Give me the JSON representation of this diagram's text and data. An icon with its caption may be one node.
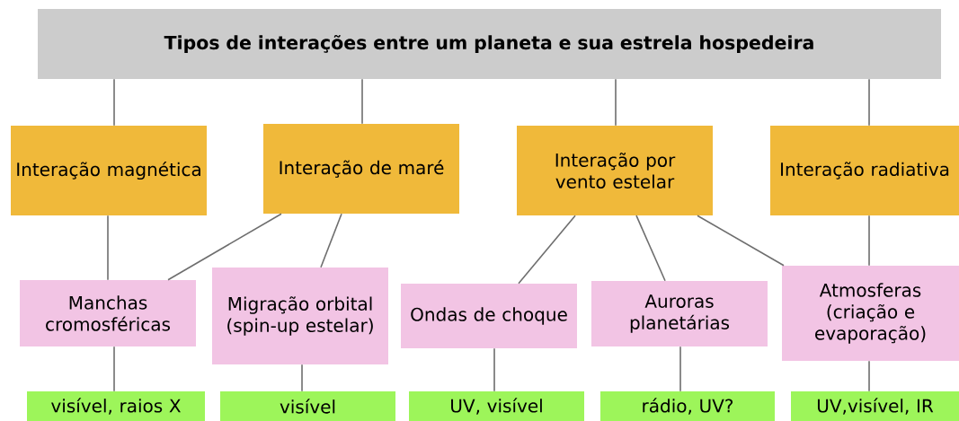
{
  "diagram": {
    "nodes": [
      {
        "text": [
          "Tipos de interações entre um planeta e sua estrela hospedeira"
        ]
      },
      {
        "text": [
          "Interação magnética"
        ]
      },
      {
        "text": [
          "Interação de maré"
        ]
      },
      {
        "text": [
          "Interação por vento estelar"
        ]
      },
      {
        "text": [
          "Interação radiativa"
        ]
      },
      {
        "text": [
          "Manchas cromosféricas"
        ]
      },
      {
        "text": [
          "Migração orbital (spin-up estelar)"
        ]
      },
      {
        "text": [
          "Ondas de choque"
        ]
      },
      {
        "text": [
          "Auroras planetárias"
        ]
      },
      {
        "text": [
          "Atmosferas (criação e evaporação)"
        ]
      },
      {
        "text": [
          "visível, raios X"
        ]
      },
      {
        "text": [
          "visível"
        ]
      },
      {
        "text": [
          "UV, visível"
        ]
      },
      {
        "text": [
          "rádio, UV?"
        ]
      },
      {
        "text": [
          "UV,visível, IR"
        ]
      }
    ],
    "edges": [
      {
        "from": 0,
        "to": 1,
        "arrow": "none"
      },
      {
        "from": 0,
        "to": 2,
        "arrow": "none"
      },
      {
        "from": 0,
        "to": 3,
        "arrow": "none"
      },
      {
        "from": 0,
        "to": 4,
        "arrow": "none"
      },
      {
        "from": 1,
        "to": 5,
        "arrow": "none"
      },
      {
        "from": 2,
        "to": 5,
        "arrow": "none"
      },
      {
        "from": 2,
        "to": 6,
        "arrow": "none"
      },
      {
        "from": 3,
        "to": 7,
        "arrow": "none"
      },
      {
        "from": 3,
        "to": 8,
        "arrow": "none"
      },
      {
        "from": 3,
        "to": 9,
        "arrow": "none"
      },
      {
        "from": 4,
        "to": 9,
        "arrow": "none"
      },
      {
        "from": 5,
        "to": 10,
        "arrow": "none"
      },
      {
        "from": 6,
        "to": 11,
        "arrow": "none"
      },
      {
        "from": 7,
        "to": 12,
        "arrow": "none"
      },
      {
        "from": 8,
        "to": 13,
        "arrow": "none"
      },
      {
        "from": 9,
        "to": 14,
        "arrow": "none"
      }
    ]
  }
}
